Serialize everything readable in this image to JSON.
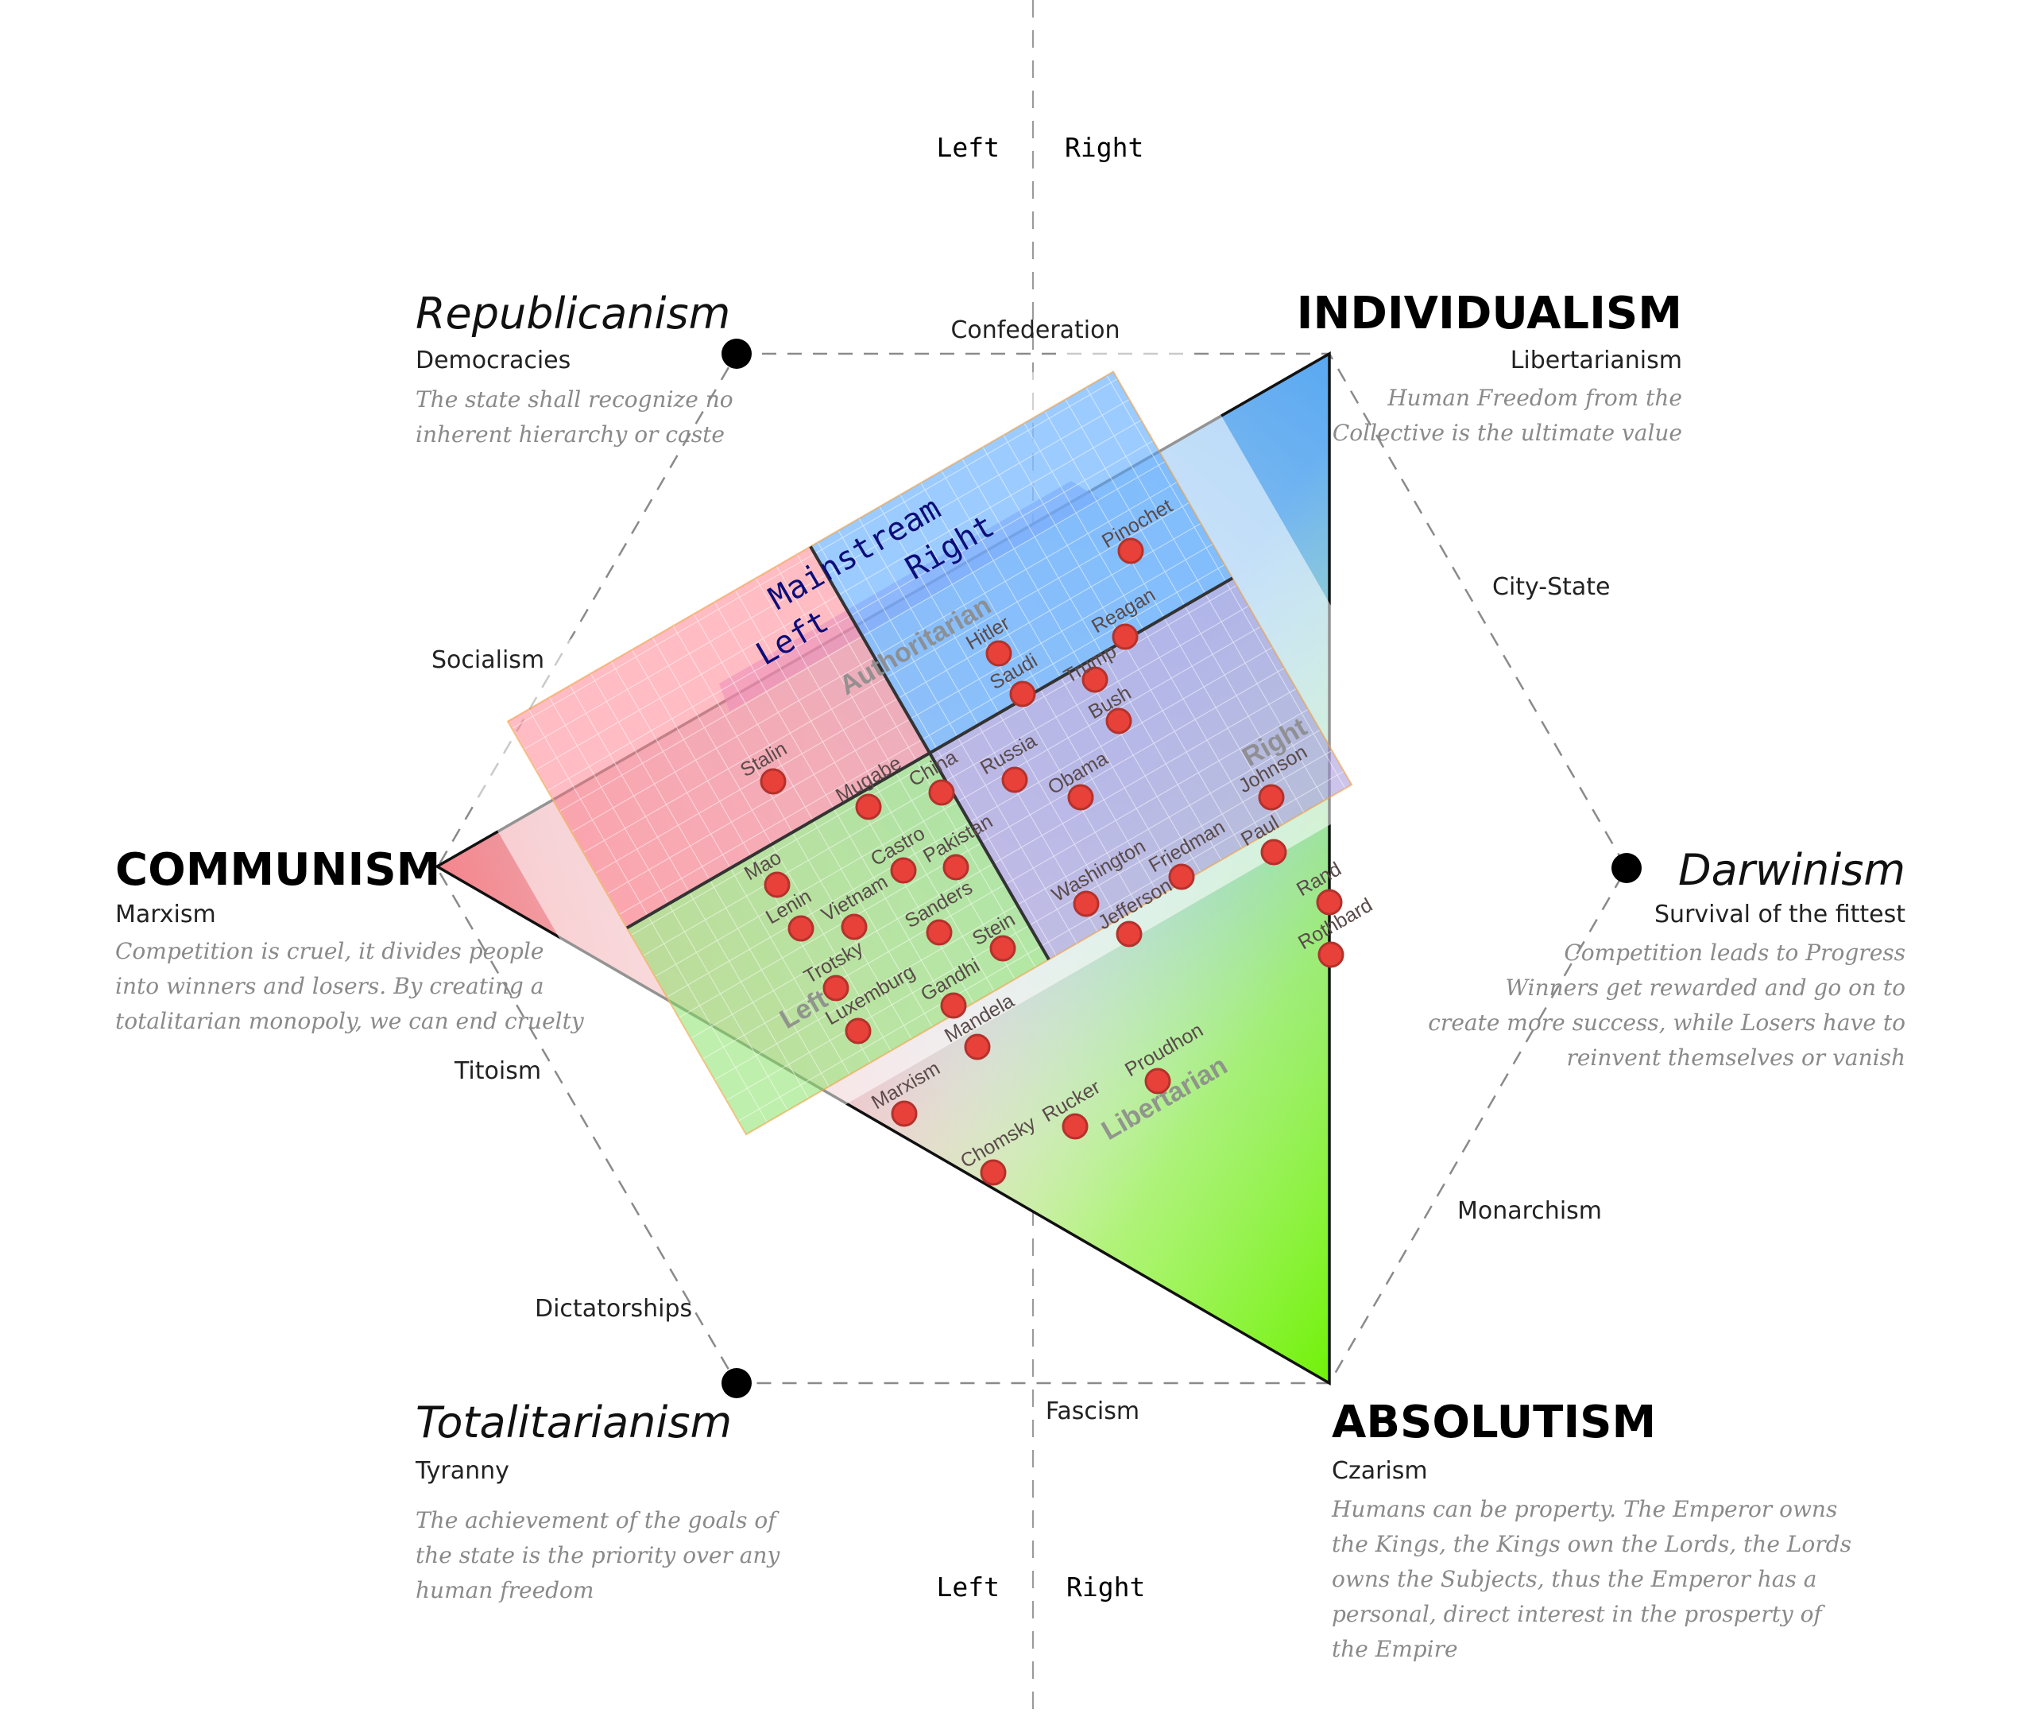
{
  "axis": {
    "top_left": "Left",
    "top_right": "Right",
    "bottom_left": "Left",
    "bottom_right": "Right"
  },
  "corners": {
    "individualism": {
      "title": "INDIVIDUALISM",
      "subtitle": "Libertarianism",
      "desc": [
        "Human Freedom from the",
        "Collective is the ultimate value"
      ]
    },
    "communism": {
      "title": "COMMUNISM",
      "subtitle": "Marxism",
      "desc": [
        "Competition is cruel, it divides people",
        "into winners and losers. By creating a",
        "totalitarian monopoly, we can end cruelty"
      ]
    },
    "absolutism": {
      "title": "ABSOLUTISM",
      "subtitle": "Czarism",
      "desc": [
        "Humans can be property. The Emperor owns",
        "the Kings, the Kings own the Lords, the Lords",
        "owns the Subjects, thus the Emperor has a",
        "personal, direct interest in the prosperty of",
        "the Empire"
      ]
    },
    "republicanism": {
      "title": "Republicanism",
      "subtitle": "Democracies",
      "desc": [
        "The state shall recognize no",
        "inherent hierarchy or caste"
      ]
    },
    "darwinism": {
      "title": "Darwinism",
      "subtitle": "Survival of the fittest",
      "desc": [
        "Competition leads to Progress",
        "Winners get rewarded and go on to",
        "create more success, while Losers have to",
        "reinvent themselves or vanish"
      ]
    },
    "totalitarianism": {
      "title": "Totalitarianism",
      "subtitle": "Tyranny",
      "desc": [
        "The achievement of the goals of",
        "the state is the priority over any",
        "human freedom"
      ]
    }
  },
  "edges": {
    "confederation": "Confederation",
    "city_state": "City-State",
    "socialism": "Socialism",
    "titoism": "Titoism",
    "monarchism": "Monarchism",
    "dictatorships": "Dictatorships",
    "fascism": "Fascism"
  },
  "mainstream": {
    "title": "Mainstream",
    "left": "Left",
    "right": "Right"
  },
  "quadrants": {
    "authoritarian": "Authoritarian",
    "libertarian": "Libertarian",
    "left": "Left",
    "right": "Right"
  },
  "figures": [
    {
      "name": "Pinochet"
    },
    {
      "name": "Hitler"
    },
    {
      "name": "Reagan"
    },
    {
      "name": "Saudi"
    },
    {
      "name": "Trump"
    },
    {
      "name": "Bush"
    },
    {
      "name": "Stalin"
    },
    {
      "name": "Mugabe"
    },
    {
      "name": "China"
    },
    {
      "name": "Russia"
    },
    {
      "name": "Obama"
    },
    {
      "name": "Johnson"
    },
    {
      "name": "Mao"
    },
    {
      "name": "Castro"
    },
    {
      "name": "Pakistan"
    },
    {
      "name": "Paul"
    },
    {
      "name": "Lenin"
    },
    {
      "name": "Vietnam"
    },
    {
      "name": "Sanders"
    },
    {
      "name": "Washington"
    },
    {
      "name": "Friedman"
    },
    {
      "name": "Jefferson"
    },
    {
      "name": "Rand"
    },
    {
      "name": "Rothbard"
    },
    {
      "name": "Trotsky"
    },
    {
      "name": "Stein"
    },
    {
      "name": "Luxemburg"
    },
    {
      "name": "Gandhi"
    },
    {
      "name": "Mandela"
    },
    {
      "name": "Proudhon"
    },
    {
      "name": "Marxism"
    },
    {
      "name": "Rucker"
    },
    {
      "name": "Chomsky"
    }
  ]
}
